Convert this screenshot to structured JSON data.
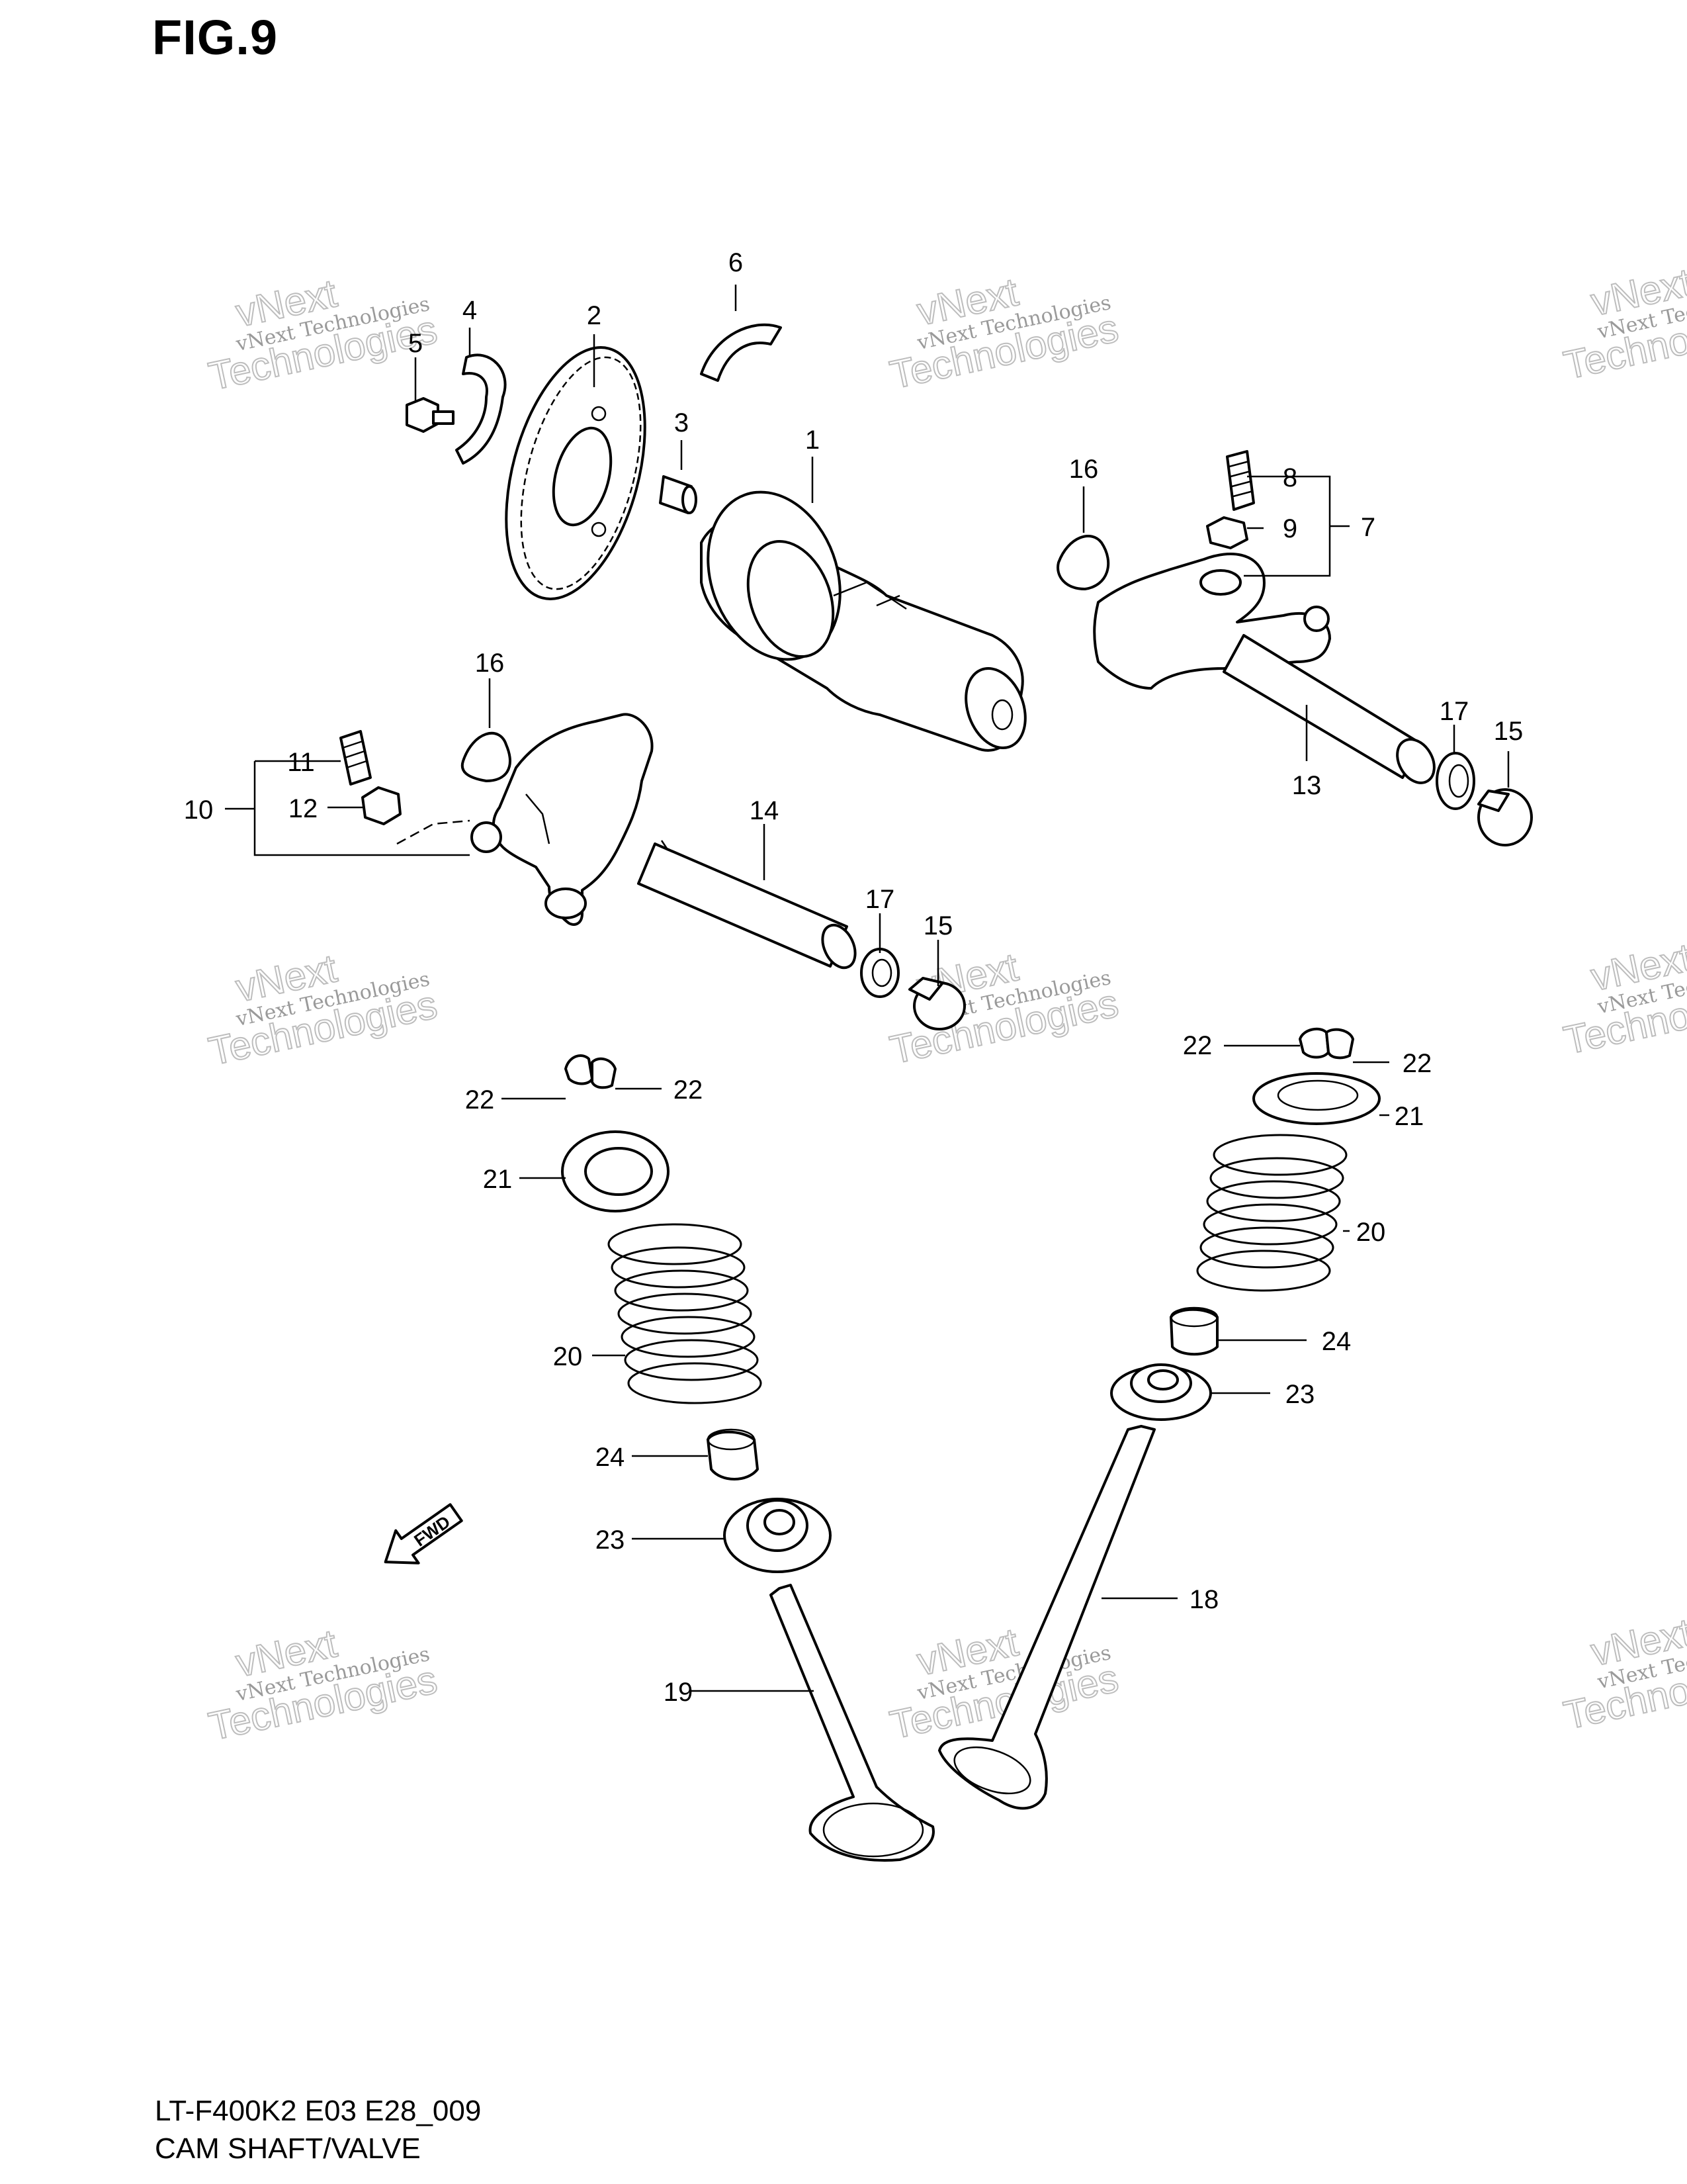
{
  "figure": {
    "title": "FIG.9",
    "model_code": "LT-F400K2 E03 E28_009",
    "assembly_name": "CAM SHAFT/VALVE"
  },
  "watermark": {
    "line1": "vNext Technologies",
    "line2": "vNext",
    "line3": "Technologies"
  },
  "fwd_label": "FWD",
  "callouts": [
    {
      "id": "c1",
      "text": "1"
    },
    {
      "id": "c2",
      "text": "2"
    },
    {
      "id": "c3",
      "text": "3"
    },
    {
      "id": "c4",
      "text": "4"
    },
    {
      "id": "c5",
      "text": "5"
    },
    {
      "id": "c6",
      "text": "6"
    },
    {
      "id": "c7",
      "text": "7"
    },
    {
      "id": "c8",
      "text": "8"
    },
    {
      "id": "c9",
      "text": "9"
    },
    {
      "id": "c10",
      "text": "10"
    },
    {
      "id": "c11",
      "text": "11"
    },
    {
      "id": "c12",
      "text": "12"
    },
    {
      "id": "c13",
      "text": "13"
    },
    {
      "id": "c14",
      "text": "14"
    },
    {
      "id": "c15a",
      "text": "15"
    },
    {
      "id": "c15b",
      "text": "15"
    },
    {
      "id": "c16a",
      "text": "16"
    },
    {
      "id": "c16b",
      "text": "16"
    },
    {
      "id": "c17a",
      "text": "17"
    },
    {
      "id": "c17b",
      "text": "17"
    },
    {
      "id": "c18",
      "text": "18"
    },
    {
      "id": "c19",
      "text": "19"
    },
    {
      "id": "c20a",
      "text": "20"
    },
    {
      "id": "c20b",
      "text": "20"
    },
    {
      "id": "c21a",
      "text": "21"
    },
    {
      "id": "c21b",
      "text": "21"
    },
    {
      "id": "c22a",
      "text": "22"
    },
    {
      "id": "c22b",
      "text": "22"
    },
    {
      "id": "c22c",
      "text": "22"
    },
    {
      "id": "c22d",
      "text": "22"
    },
    {
      "id": "c23a",
      "text": "23"
    },
    {
      "id": "c23b",
      "text": "23"
    },
    {
      "id": "c24a",
      "text": "24"
    },
    {
      "id": "c24b",
      "text": "24"
    }
  ]
}
